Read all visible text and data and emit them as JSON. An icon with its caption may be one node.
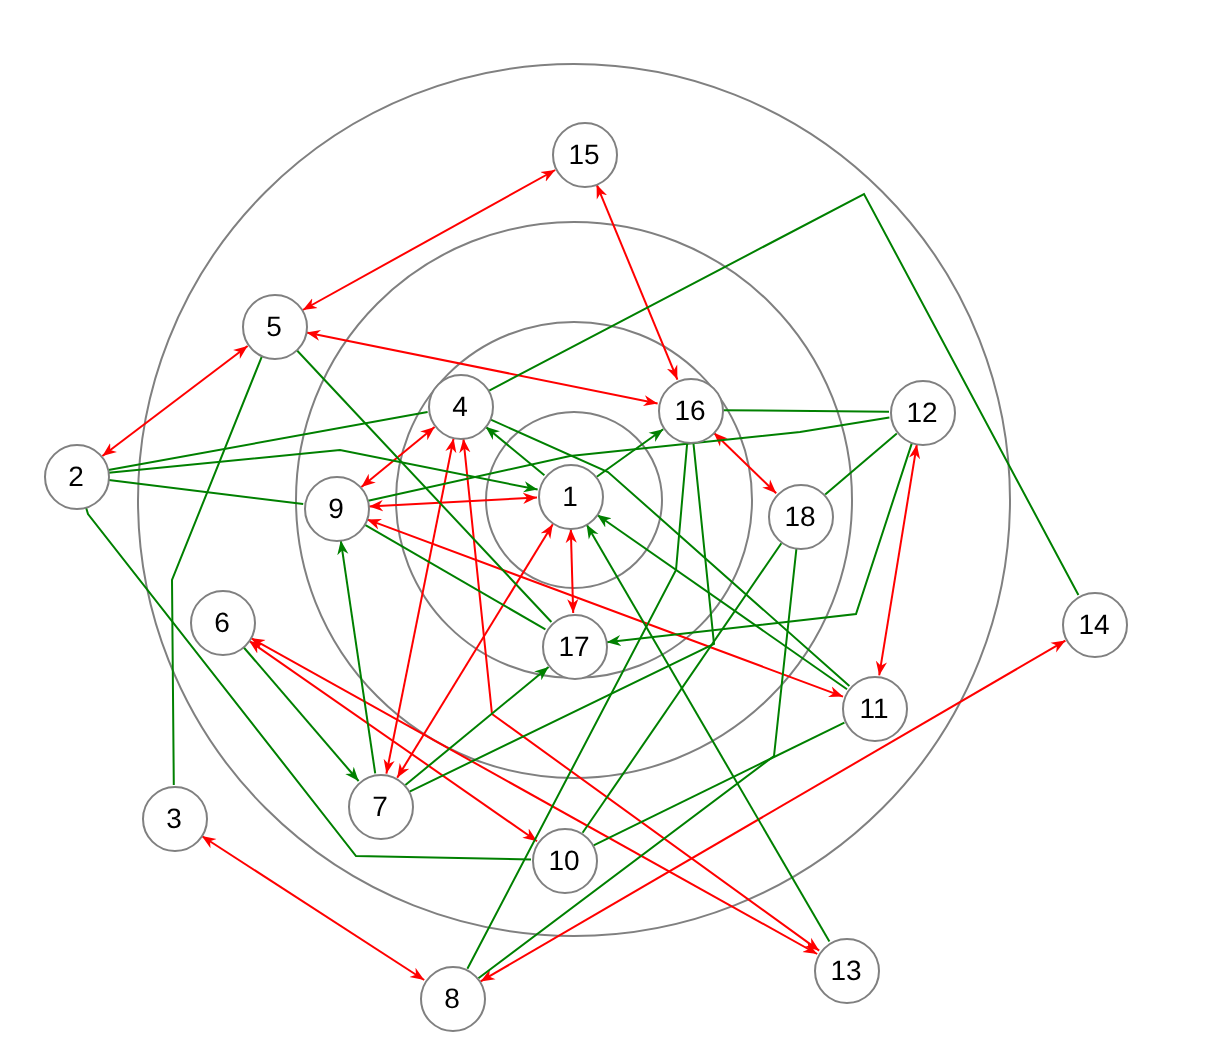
{
  "diagram": {
    "nodes": [
      {
        "text": [
          "1"
        ]
      },
      {
        "text": [
          "2"
        ]
      },
      {
        "text": [
          "3"
        ]
      },
      {
        "text": [
          "4"
        ]
      },
      {
        "text": [
          "5"
        ]
      },
      {
        "text": [
          "6"
        ]
      },
      {
        "text": [
          "7"
        ]
      },
      {
        "text": [
          "8"
        ]
      },
      {
        "text": [
          "9"
        ]
      },
      {
        "text": [
          "10"
        ]
      },
      {
        "text": [
          "11"
        ]
      },
      {
        "text": [
          "12"
        ]
      },
      {
        "text": [
          "13"
        ]
      },
      {
        "text": [
          "14"
        ]
      },
      {
        "text": [
          "15"
        ]
      },
      {
        "text": [
          "16"
        ]
      },
      {
        "text": [
          "17"
        ]
      },
      {
        "text": [
          "18"
        ]
      }
    ],
    "edges": [
      {
        "from": 4,
        "to": 14,
        "arrow": "both",
        "color": "#ff0000"
      },
      {
        "from": 1,
        "to": 4,
        "arrow": "both",
        "color": "#ff0000"
      },
      {
        "from": 4,
        "to": 15,
        "arrow": "both",
        "color": "#ff0000"
      },
      {
        "from": 14,
        "to": 15,
        "arrow": "both",
        "color": "#ff0000"
      },
      {
        "from": 15,
        "to": 17,
        "arrow": "both",
        "color": "#ff0000"
      },
      {
        "from": 11,
        "to": 10,
        "arrow": "both",
        "color": "#ff0000"
      },
      {
        "from": 8,
        "to": 0,
        "arrow": "both",
        "color": "#ff0000"
      },
      {
        "from": 3,
        "to": 8,
        "arrow": "both",
        "color": "#ff0000"
      },
      {
        "from": 0,
        "to": 16,
        "arrow": "both",
        "color": "#ff0000"
      },
      {
        "from": 8,
        "to": 10,
        "arrow": "both",
        "color": "#ff0000"
      },
      {
        "from": 6,
        "to": 3,
        "arrow": "both",
        "color": "#ff0000"
      },
      {
        "from": 6,
        "to": 0,
        "arrow": "both",
        "color": "#ff0000"
      },
      {
        "from": 3,
        "to": 12,
        "arrow": "both",
        "color": "#ff0000"
      },
      {
        "from": 5,
        "to": 12,
        "arrow": "both",
        "color": "#ff0000"
      },
      {
        "from": 5,
        "to": 9,
        "arrow": "both",
        "color": "#ff0000"
      },
      {
        "from": 2,
        "to": 7,
        "arrow": "both",
        "color": "#ff0000"
      },
      {
        "from": 7,
        "to": 13,
        "arrow": "both",
        "color": "#ff0000"
      },
      {
        "from": 1,
        "to": 3,
        "arrow": "none"
      },
      {
        "from": 1,
        "to": 0,
        "arrow": "to"
      },
      {
        "from": 1,
        "to": 8,
        "arrow": "none"
      },
      {
        "from": 1,
        "to": 9,
        "arrow": "none"
      },
      {
        "from": 4,
        "to": 2,
        "arrow": "none"
      },
      {
        "from": 4,
        "to": 16,
        "arrow": "none"
      },
      {
        "from": 8,
        "to": 16,
        "arrow": "none"
      },
      {
        "from": 3,
        "to": 13,
        "arrow": "none"
      },
      {
        "from": 3,
        "to": 10,
        "arrow": "none"
      },
      {
        "from": 0,
        "to": 3,
        "arrow": "to"
      },
      {
        "from": 0,
        "to": 15,
        "arrow": "to"
      },
      {
        "from": 10,
        "to": 0,
        "arrow": "to"
      },
      {
        "from": 12,
        "to": 0,
        "arrow": "to"
      },
      {
        "from": 6,
        "to": 8,
        "arrow": "to"
      },
      {
        "from": 5,
        "to": 6,
        "arrow": "to"
      },
      {
        "from": 6,
        "to": 16,
        "arrow": "to"
      },
      {
        "from": 6,
        "to": 15,
        "arrow": "none"
      },
      {
        "from": 7,
        "to": 15,
        "arrow": "none"
      },
      {
        "from": 7,
        "to": 17,
        "arrow": "none"
      },
      {
        "from": 17,
        "to": 9,
        "arrow": "none"
      },
      {
        "from": 11,
        "to": 17,
        "arrow": "none"
      },
      {
        "from": 11,
        "to": 15,
        "arrow": "none"
      },
      {
        "from": 8,
        "to": 11,
        "arrow": "none"
      },
      {
        "from": 11,
        "to": 16,
        "arrow": "to"
      },
      {
        "from": 9,
        "to": 10,
        "arrow": "none"
      }
    ]
  }
}
